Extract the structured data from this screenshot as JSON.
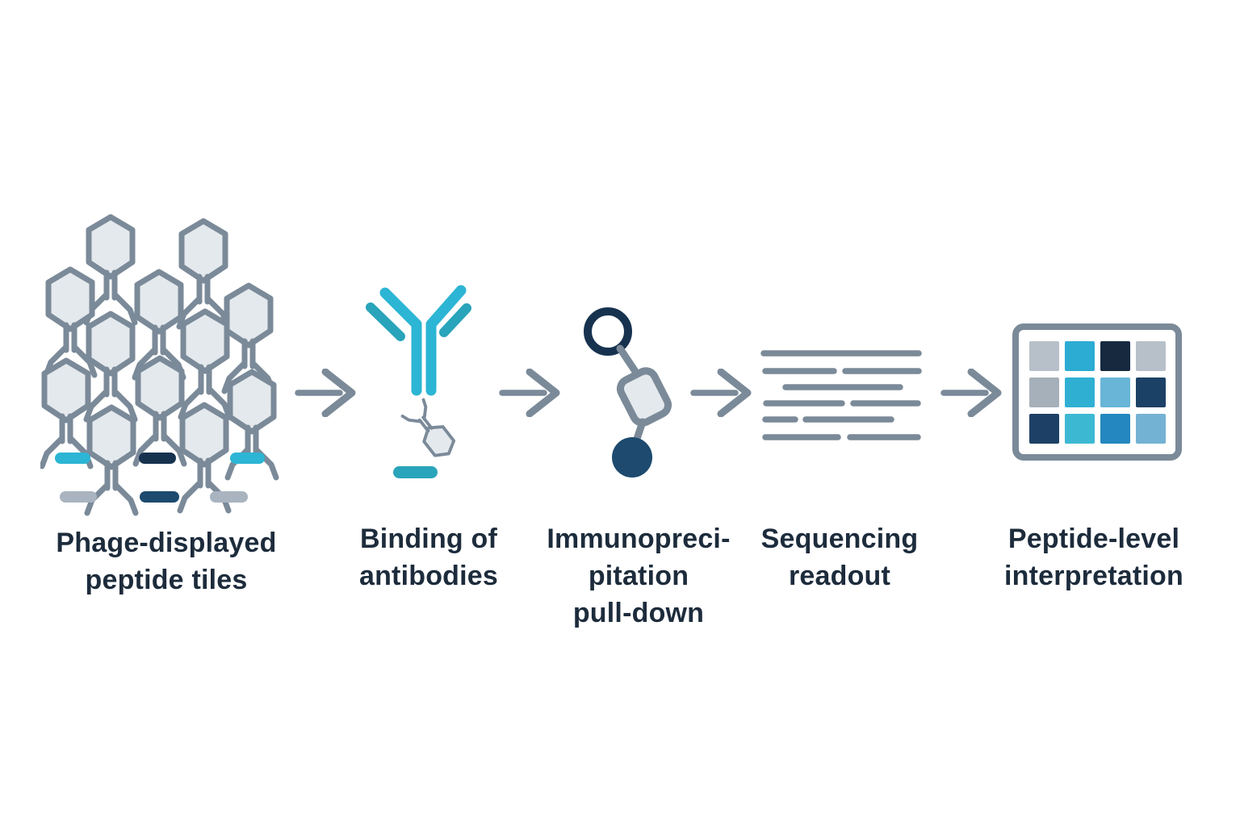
{
  "title": "Phage display immunoprecipitation sequencing workflow",
  "colors": {
    "background": "#ffffff",
    "icon_gray": "#7b8a99",
    "head_fill": "#e4e9ed",
    "cyan": "#2cb5d4",
    "teal": "#29a4ba",
    "navy_dark": "#17324f",
    "navy_mid": "#1d4a6e",
    "gray_bar": "#a9b4c0",
    "text": "#1d2c3c"
  },
  "steps": [
    {
      "id": "phage-library",
      "icon": "phage-cluster-icon",
      "lines": [
        "Phage-displayed",
        "peptide tiles"
      ],
      "phage_count": 12,
      "peptide_bar_colors": [
        "cyan",
        "navy_dark",
        "cyan",
        "gray_bar",
        "navy_mid",
        "gray_bar"
      ]
    },
    {
      "id": "antibody-binding",
      "icon": "antibody-icon",
      "lines": [
        "Binding of",
        "antibodies"
      ]
    },
    {
      "id": "immunoprecipitation",
      "icon": "pulldown-bead-icon",
      "lines": [
        "Immunopreci-",
        "pitation",
        "pull-down"
      ]
    },
    {
      "id": "sequencing",
      "icon": "sequencing-reads-icon",
      "lines": [
        "Sequencing",
        "readout"
      ]
    },
    {
      "id": "interpretation",
      "icon": "heatmap-grid-icon",
      "lines": [
        "Peptide-level",
        "interpretation"
      ]
    }
  ],
  "arrows": {
    "count": 4,
    "direction": "right"
  },
  "heatmap": {
    "rows": 3,
    "cols": 4,
    "cells": [
      [
        "#b7c0c9",
        "#2cabd3",
        "#16293f",
        "#b7c0c9"
      ],
      [
        "#a6b0ba",
        "#2fb0d3",
        "#68b5d7",
        "#1c4166"
      ],
      [
        "#1d4166",
        "#3db8d3",
        "#2487c0",
        "#74b2d4"
      ]
    ]
  }
}
